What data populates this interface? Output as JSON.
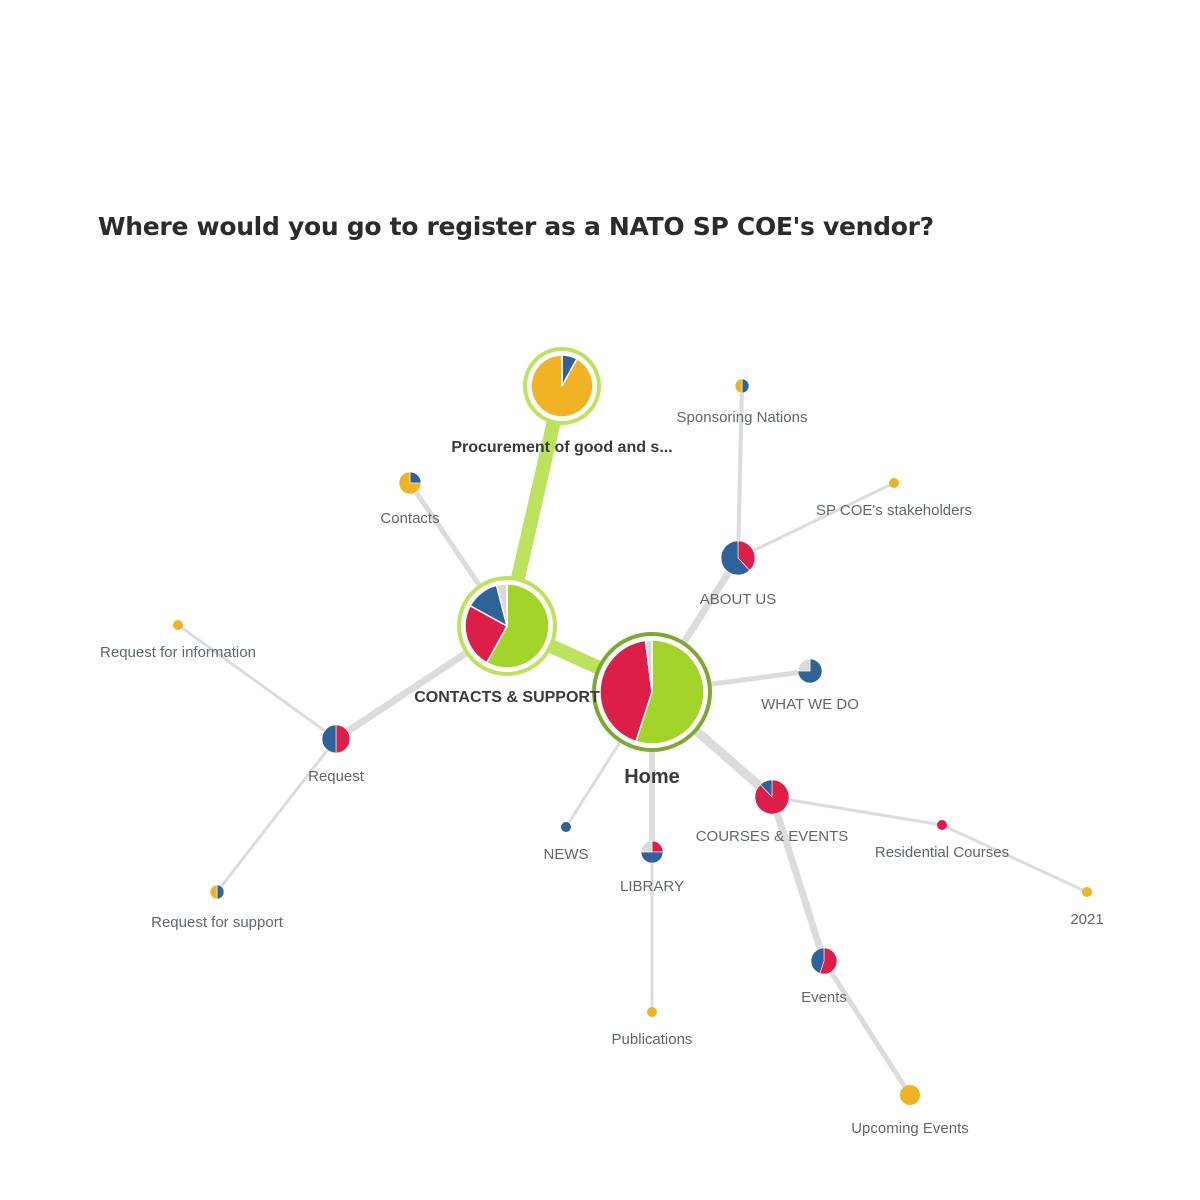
{
  "question": "Where would you go to register as a NATO SP COE's vendor?",
  "colors": {
    "success": "#a3d42a",
    "failure": "#dc1e48",
    "direct": "#2f6299",
    "indirect": "#f0b323",
    "neutral": "#d9d9d9",
    "path_link": "#bde35e",
    "path_ring": "#bde35e",
    "home_ring": "#7fa832",
    "link": "#dcdcdc",
    "label": "#5f6770",
    "label_bold": "#3a3a3a"
  },
  "nodes": [
    {
      "id": "home",
      "label": "Home",
      "slices": {
        "success": 0.55,
        "failure": 0.43,
        "neutral": 0.02
      }
    },
    {
      "id": "contacts_support",
      "label": "CONTACTS & SUPPORT",
      "slices": {
        "success": 0.58,
        "failure": 0.25,
        "direct": 0.13,
        "neutral": 0.04
      }
    },
    {
      "id": "procurement",
      "label": "Procurement of good and s...",
      "slices": {
        "direct": 0.08,
        "indirect": 0.92
      }
    },
    {
      "id": "contacts",
      "label": "Contacts",
      "slices": {
        "direct": 0.25,
        "indirect": 0.75
      }
    },
    {
      "id": "request",
      "label": "Request",
      "slices": {
        "failure": 0.5,
        "direct": 0.5
      }
    },
    {
      "id": "request_info",
      "label": "Request for information",
      "slices": {
        "indirect": 1
      }
    },
    {
      "id": "request_support",
      "label": "Request for support",
      "slices": {
        "direct": 0.5,
        "indirect": 0.5
      }
    },
    {
      "id": "about_us",
      "label": "ABOUT US",
      "slices": {
        "failure": 0.38,
        "direct": 0.62
      }
    },
    {
      "id": "sponsoring_nations",
      "label": "Sponsoring Nations",
      "slices": {
        "direct": 0.5,
        "indirect": 0.5
      }
    },
    {
      "id": "stakeholders",
      "label": "SP COE's stakeholders",
      "slices": {
        "indirect": 1
      }
    },
    {
      "id": "what_we_do",
      "label": "WHAT WE DO",
      "slices": {
        "direct": 0.75,
        "neutral": 0.25
      }
    },
    {
      "id": "courses_events",
      "label": "COURSES & EVENTS",
      "slices": {
        "failure": 0.88,
        "direct": 0.12
      }
    },
    {
      "id": "residential",
      "label": "Residential Courses",
      "slices": {
        "failure": 1
      }
    },
    {
      "id": "y2021",
      "label": "2021",
      "slices": {
        "indirect": 1
      }
    },
    {
      "id": "events",
      "label": "Events",
      "slices": {
        "failure": 0.55,
        "direct": 0.45
      }
    },
    {
      "id": "upcoming",
      "label": "Upcoming Events",
      "slices": {
        "indirect": 1
      }
    },
    {
      "id": "news",
      "label": "NEWS",
      "slices": {
        "direct": 1
      }
    },
    {
      "id": "library",
      "label": "LIBRARY",
      "slices": {
        "failure": 0.25,
        "direct": 0.5,
        "neutral": 0.25
      }
    },
    {
      "id": "publications",
      "label": "Publications",
      "slices": {
        "indirect": 1
      }
    }
  ]
}
